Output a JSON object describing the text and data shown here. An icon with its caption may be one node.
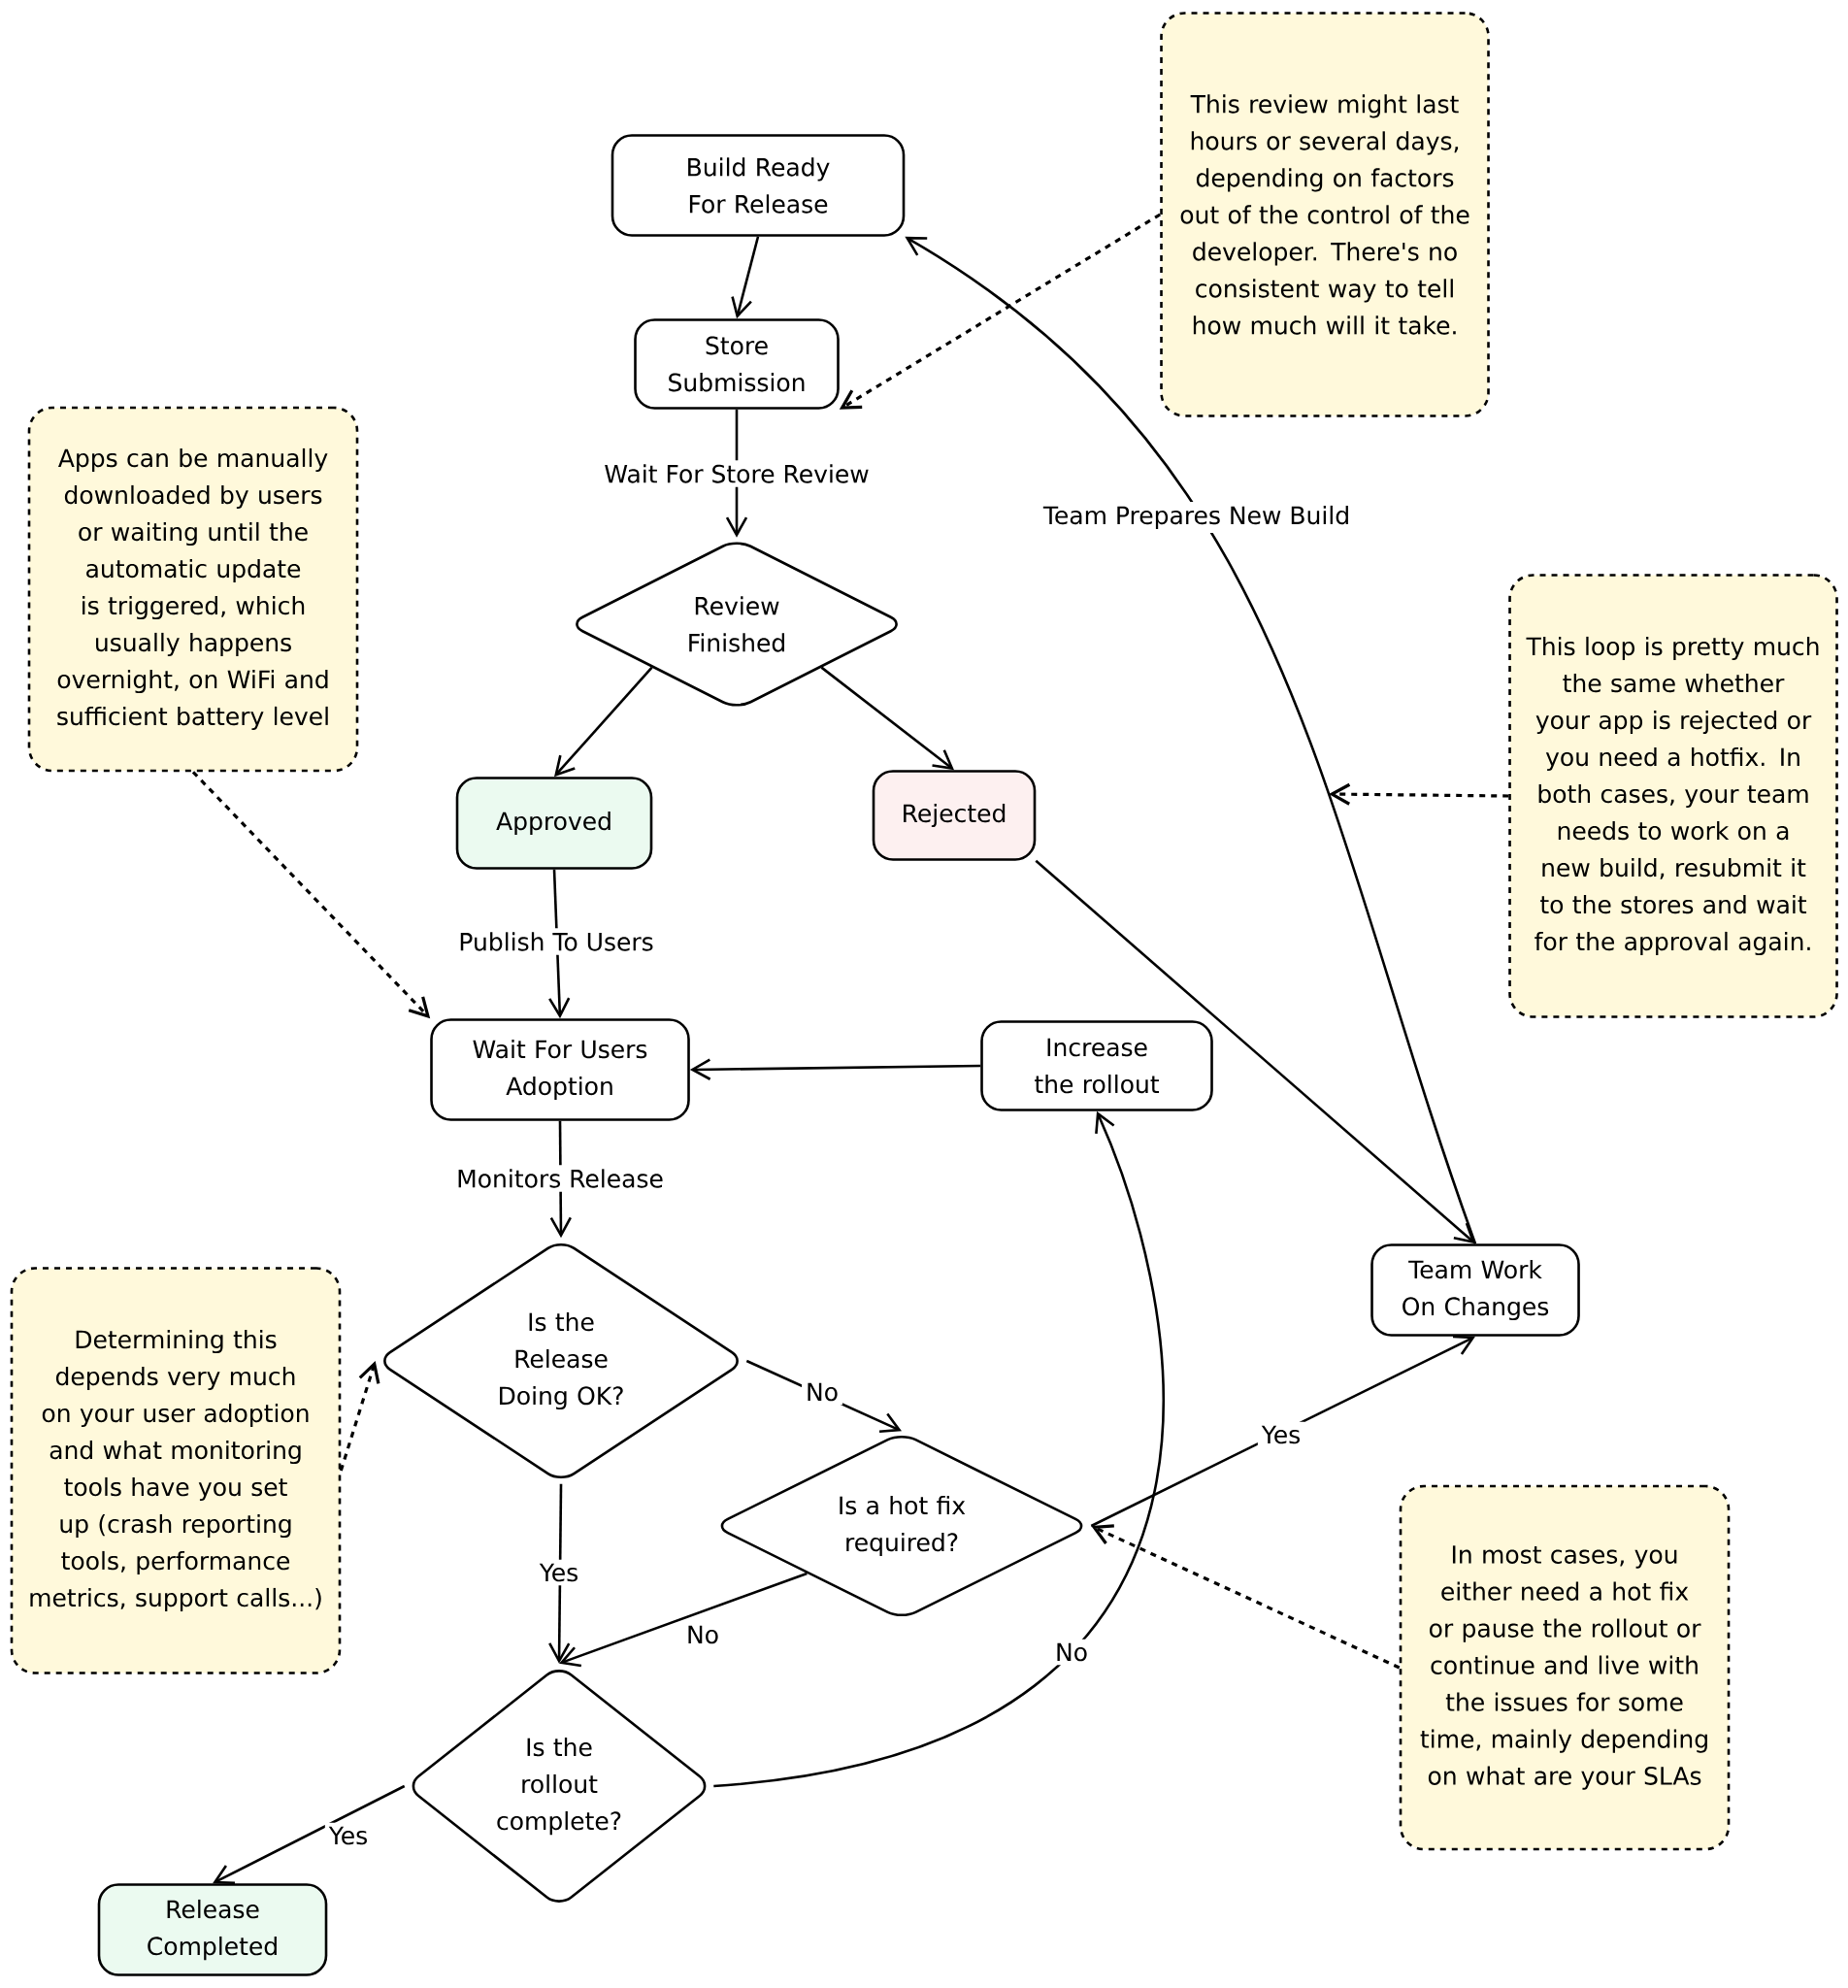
{
  "diagram": {
    "nodes": [
      {
        "text": [
          "This review might last hours or several days, depending on factors out of the control of the developer. There's no consistent way to tell how much will it take."
        ]
      },
      {
        "text": [
          "Build Ready For Release"
        ]
      },
      {
        "text": [
          "Store Submission"
        ]
      },
      {
        "text": [
          "Apps can be manually downloaded by users or waiting until the automatic update is triggered, which usually happens overnight, on WiFi and sufficient battery level"
        ]
      },
      {
        "text": [
          "Review Finished"
        ]
      },
      {
        "text": [
          "Approved"
        ]
      },
      {
        "text": [
          "Rejected"
        ]
      },
      {
        "text": [
          "This loop is pretty much the same whether your app is rejected or you need a hotfix. In both cases, your team needs to work on a new build, resubmit it to the stores and wait for the approval again."
        ]
      },
      {
        "text": [
          "Increase the rollout"
        ]
      },
      {
        "text": [
          "Wait For Users Adoption"
        ]
      },
      {
        "text": [
          "Team Work On Changes"
        ]
      },
      {
        "text": [
          "Determining this depends very much on your user adoption and what monitoring tools have you set up (crash reporting tools, performance metrics, support calls...)"
        ]
      },
      {
        "text": [
          "Is the Release Doing OK?"
        ]
      },
      {
        "text": [
          "Is a hot fix required?"
        ]
      },
      {
        "text": [
          "In most cases, you either need a hot fix or pause the rollout or continue and live with the issues for some time, mainly depending on what are your SLAs"
        ]
      },
      {
        "text": [
          "Is the rollout complete?"
        ]
      },
      {
        "text": [
          "Release Completed"
        ]
      }
    ],
    "edges": [
      {
        "from": 1,
        "to": 2,
        "arrow": "to"
      },
      {
        "from": 2,
        "to": 4,
        "arrow": "to",
        "label": "Wait For Store Review"
      },
      {
        "from": 0,
        "to": 2,
        "arrow": "to",
        "style": "dashed"
      },
      {
        "from": 4,
        "to": 5,
        "arrow": "to"
      },
      {
        "from": 4,
        "to": 6,
        "arrow": "to"
      },
      {
        "from": 6,
        "to": 10,
        "arrow": "to"
      },
      {
        "from": 10,
        "to": 1,
        "arrow": "to",
        "label": "Team Prepares New Build"
      },
      {
        "from": 7,
        "to": null,
        "arrow": "to",
        "style": "dashed"
      },
      {
        "from": 5,
        "to": 9,
        "arrow": "to",
        "label": "Publish To Users"
      },
      {
        "from": 3,
        "to": 9,
        "arrow": "to",
        "style": "dashed"
      },
      {
        "from": 8,
        "to": 9,
        "arrow": "to"
      },
      {
        "from": 9,
        "to": 12,
        "arrow": "to",
        "label": "Monitors Release"
      },
      {
        "from": 11,
        "to": 12,
        "arrow": "to",
        "style": "dashed"
      },
      {
        "from": 12,
        "to": 13,
        "arrow": "to",
        "label": "No"
      },
      {
        "from": 12,
        "to": 15,
        "arrow": "to",
        "label": "Yes"
      },
      {
        "from": 13,
        "to": 10,
        "arrow": "to",
        "label": "Yes"
      },
      {
        "from": 13,
        "to": 15,
        "arrow": "to",
        "label": "No"
      },
      {
        "from": 14,
        "to": 13,
        "arrow": "to",
        "style": "dashed"
      },
      {
        "from": 15,
        "to": 8,
        "arrow": "to",
        "label": "No"
      },
      {
        "from": 15,
        "to": 16,
        "arrow": "to",
        "label": "Yes"
      }
    ]
  }
}
